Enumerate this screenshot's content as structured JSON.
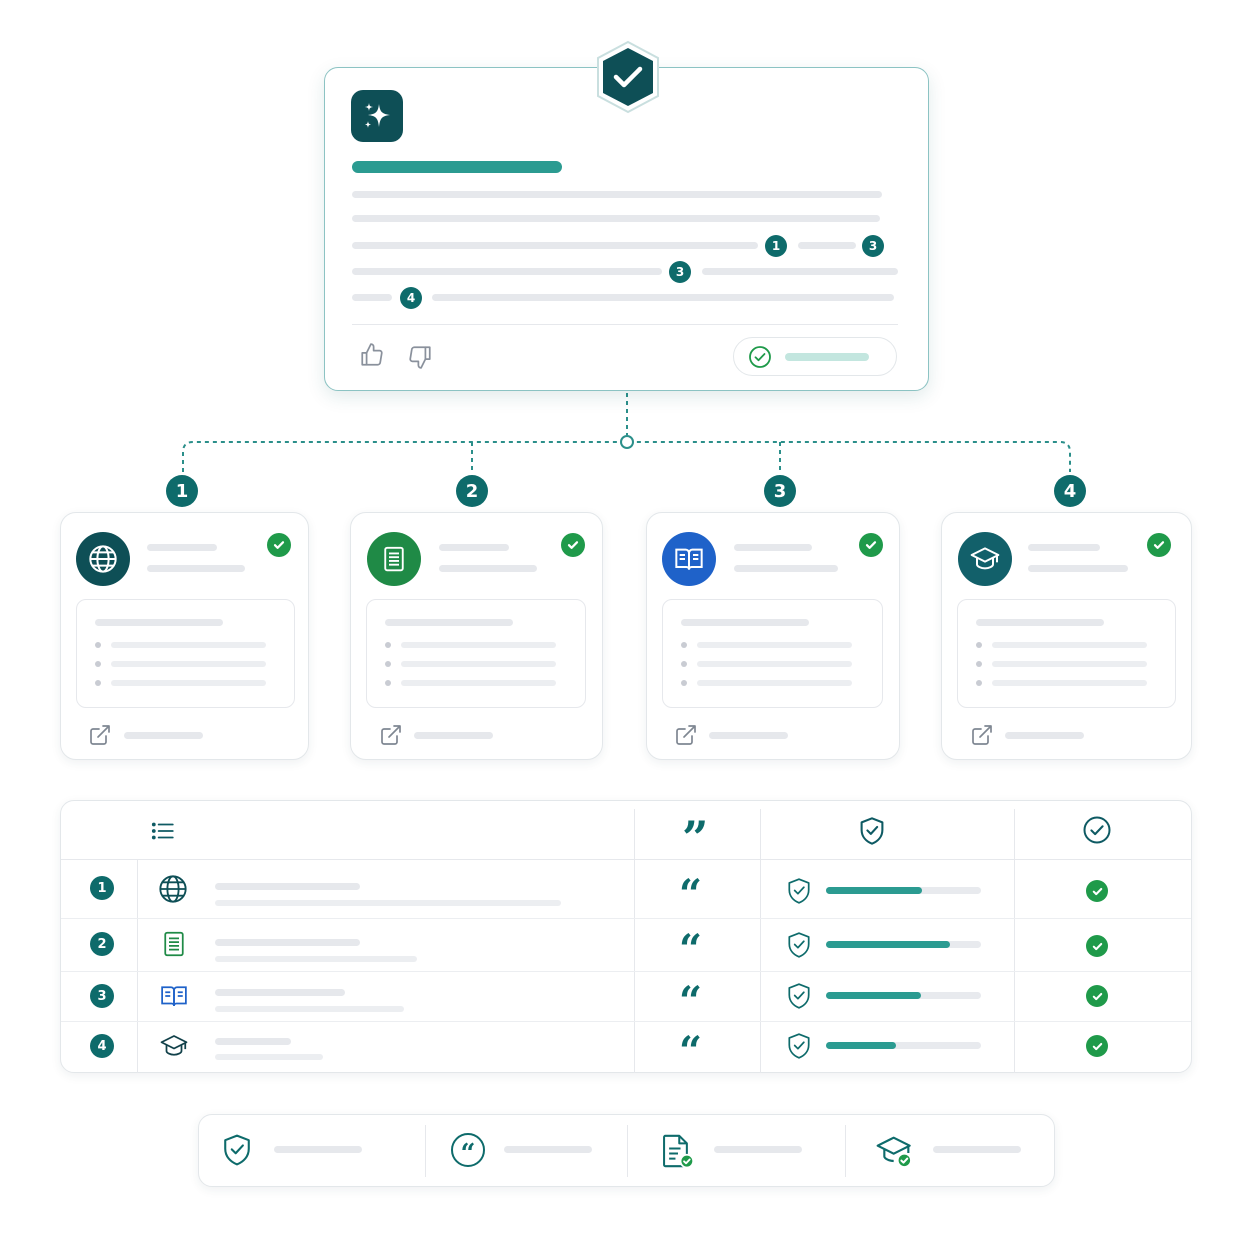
{
  "colors": {
    "teal_dark": "#0e4f56",
    "teal": "#0e6b6b",
    "teal_bar": "#2b9b91",
    "green_check": "#1f9a4a",
    "blue": "#1f62c9",
    "green_doc": "#1f8a46",
    "skeleton": "#e6e8ec"
  },
  "main_card": {
    "badge_icon": "check-shield-icon",
    "app_icon": "sparkle-icon",
    "citations": [
      "1",
      "3",
      "3",
      "4"
    ],
    "feedback": {
      "like_icon": "thumbs-up-icon",
      "dislike_icon": "thumbs-down-icon"
    },
    "verified_icon": "check-circle-icon"
  },
  "sources": [
    {
      "number": "1",
      "icon": "globe-icon",
      "color": "#0e4f56"
    },
    {
      "number": "2",
      "icon": "document-icon",
      "color": "#1f8a46"
    },
    {
      "number": "3",
      "icon": "open-book-icon",
      "color": "#1f62c9"
    },
    {
      "number": "4",
      "icon": "graduation-cap-icon",
      "color": "#12606a"
    }
  ],
  "table": {
    "header_icons": [
      "list-icon",
      "quote-icon",
      "shield-check-icon",
      "check-circle-icon"
    ],
    "rows": [
      {
        "number": "1",
        "icon": "globe-icon",
        "score": 0.62
      },
      {
        "number": "2",
        "icon": "document-icon",
        "score": 0.8
      },
      {
        "number": "3",
        "icon": "open-book-icon",
        "score": 0.61
      },
      {
        "number": "4",
        "icon": "graduation-cap-icon",
        "score": 0.45
      }
    ]
  },
  "footer": {
    "items": [
      "shield-check-icon",
      "quote-circle-icon",
      "document-check-icon",
      "graduation-cap-check-icon"
    ]
  }
}
